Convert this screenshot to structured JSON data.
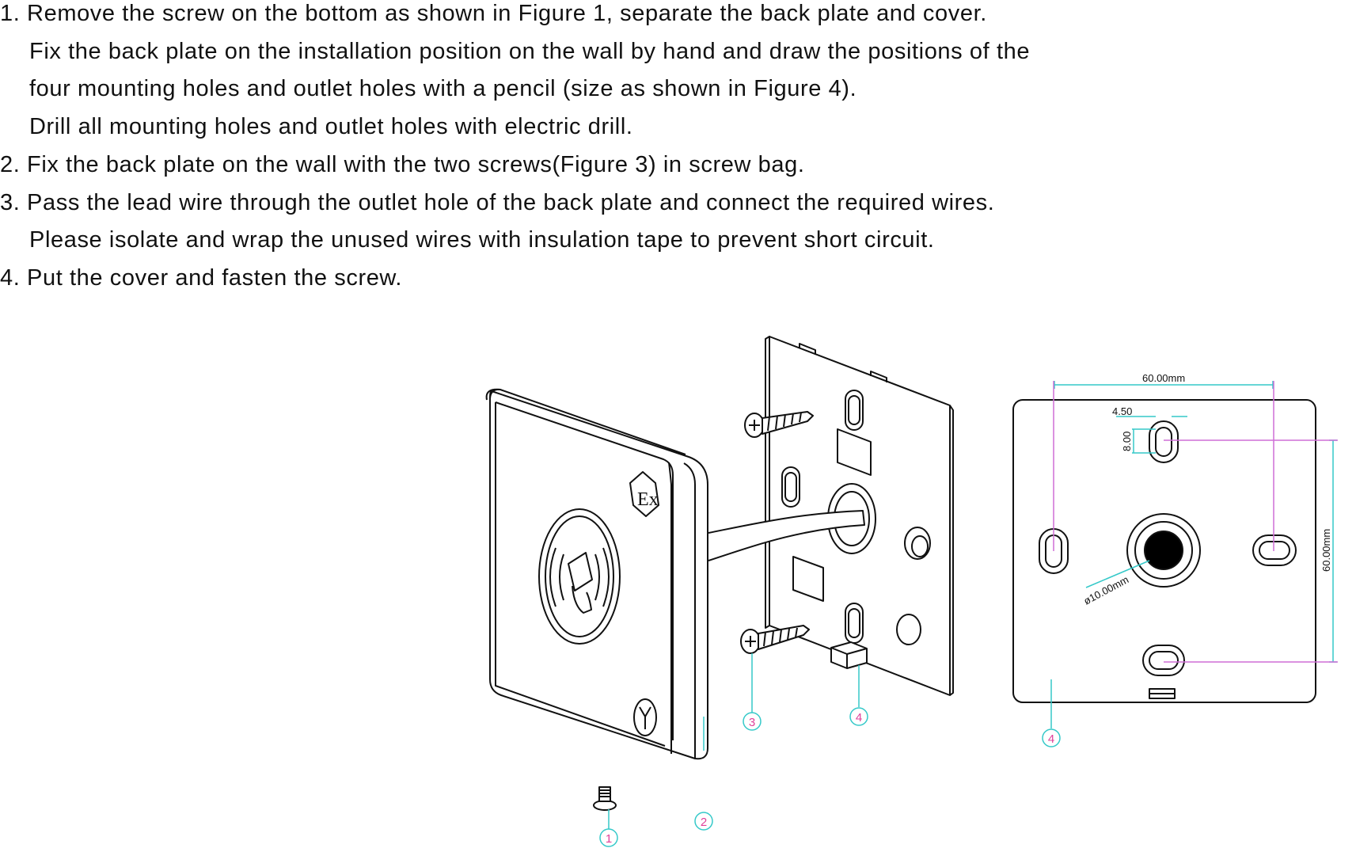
{
  "instructions": [
    {
      "text": "1. Remove the screw on the bottom as shown in Figure 1, separate the back plate and cover.",
      "indent": false
    },
    {
      "text": "Fix the back plate on the installation position on the wall by hand and draw the positions of the",
      "indent": true
    },
    {
      "text": "four mounting holes and outlet holes with a pencil (size as shown in Figure 4).",
      "indent": true
    },
    {
      "text": "Drill all mounting holes and outlet holes with electric drill.",
      "indent": true
    },
    {
      "text": "2. Fix the back plate on the wall with the two screws(Figure 3) in screw bag.",
      "indent": false
    },
    {
      "text": "3. Pass the lead wire through the outlet hole of the back plate and connect the required wires.",
      "indent": false
    },
    {
      "text": "Please isolate and wrap the unused wires with insulation tape to prevent short circuit.",
      "indent": true
    },
    {
      "text": "4. Put the cover and fasten the screw.",
      "indent": false
    }
  ],
  "callouts": {
    "c1": "1",
    "c2": "2",
    "c3": "3",
    "c4a": "4",
    "c4b": "4"
  },
  "dimensions": {
    "width_top": "60.00mm",
    "slot_width": "4.50",
    "slot_height": "8.00",
    "height_right": "60.00mm",
    "hole_diameter": "ø10.00mm"
  },
  "colors": {
    "ink": "#111111",
    "dim_cyan": "#35c9c9",
    "dim_magenta": "#cf6fd6",
    "callout": "#e0409a"
  }
}
